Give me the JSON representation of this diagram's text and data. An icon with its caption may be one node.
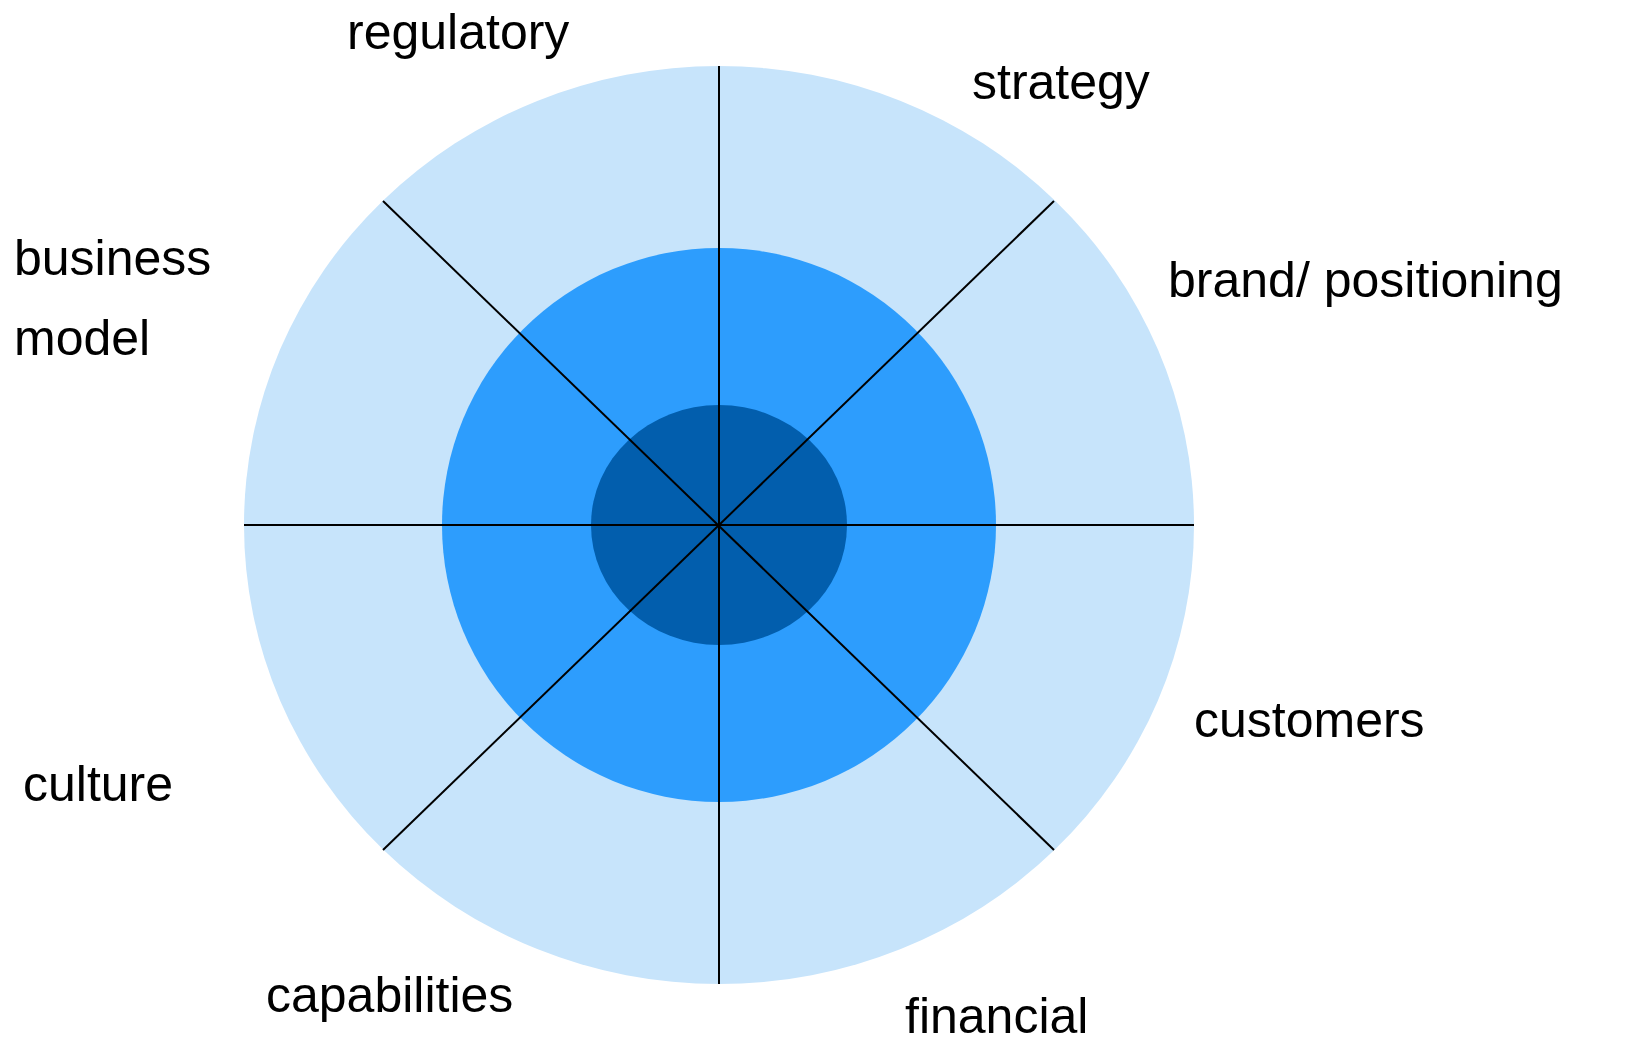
{
  "diagram": {
    "labels": [
      "regulatory",
      "strategy",
      "business model",
      "brand/ positioning",
      "customers",
      "culture",
      "capabilities",
      "financial"
    ]
  }
}
